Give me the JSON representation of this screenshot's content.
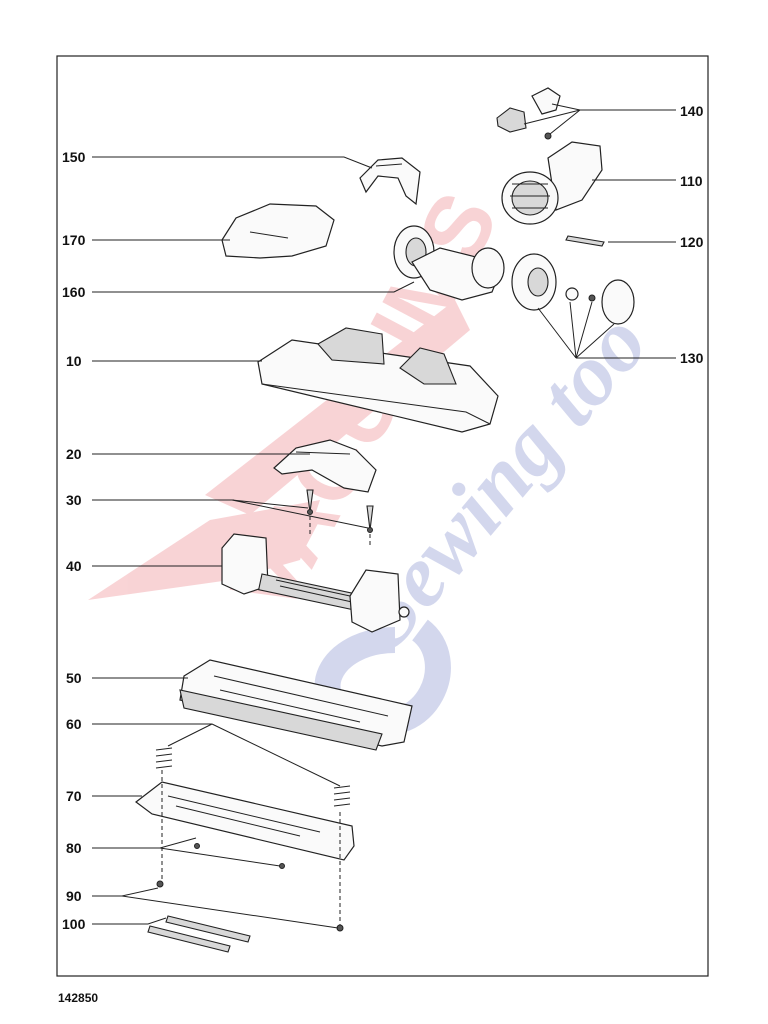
{
  "watermark": {
    "brand_text": "VACUUMS",
    "sub_text": "Sewing too",
    "red": "#e23c46",
    "blue": "#3b4fb0"
  },
  "callouts": [
    {
      "id": "140",
      "label": "140"
    },
    {
      "id": "150",
      "label": "150"
    },
    {
      "id": "110",
      "label": "110"
    },
    {
      "id": "170",
      "label": "170"
    },
    {
      "id": "120",
      "label": "120"
    },
    {
      "id": "160",
      "label": "160"
    },
    {
      "id": "10",
      "label": "10"
    },
    {
      "id": "130",
      "label": "130"
    },
    {
      "id": "20",
      "label": "20"
    },
    {
      "id": "30",
      "label": "30"
    },
    {
      "id": "40",
      "label": "40"
    },
    {
      "id": "50",
      "label": "50"
    },
    {
      "id": "60",
      "label": "60"
    },
    {
      "id": "70",
      "label": "70"
    },
    {
      "id": "80",
      "label": "80"
    },
    {
      "id": "90",
      "label": "90"
    },
    {
      "id": "100",
      "label": "100"
    }
  ],
  "document_id": "142850"
}
